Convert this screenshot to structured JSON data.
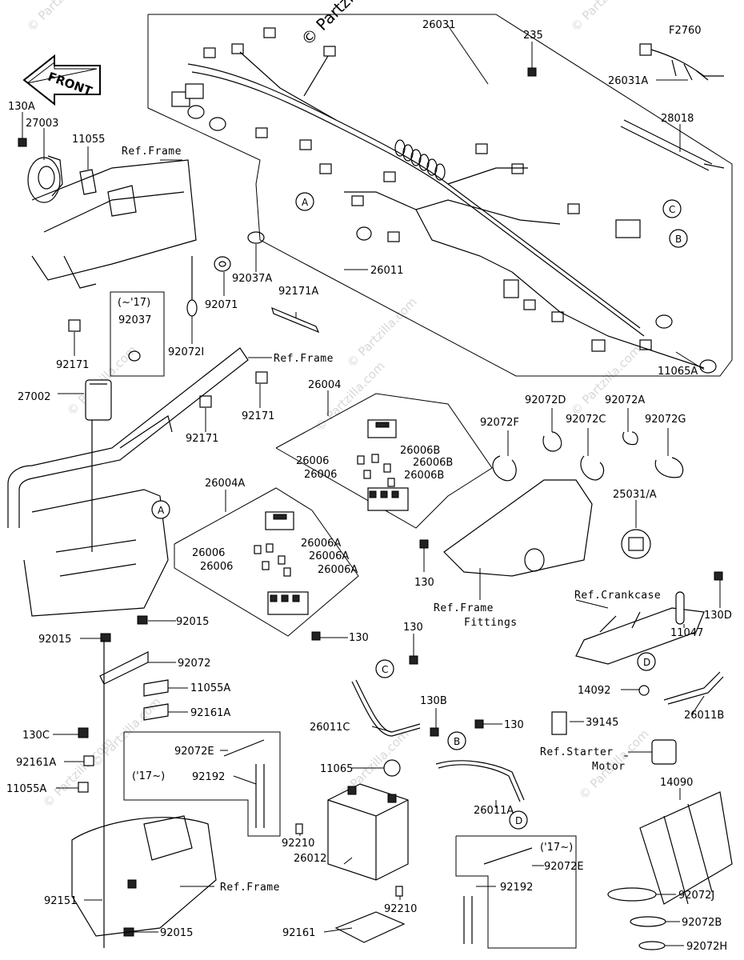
{
  "watermark": {
    "copyright": "© Partzilla.com",
    "tile": "© Partzilla.com"
  },
  "front_sign": "FRONT",
  "callouts": [
    {
      "id": "c-235",
      "text": "235"
    },
    {
      "id": "c-26031",
      "text": "26031"
    },
    {
      "id": "c-F2760",
      "text": "F2760"
    },
    {
      "id": "c-26031A",
      "text": "26031A"
    },
    {
      "id": "c-28018",
      "text": "28018"
    },
    {
      "id": "c-130A",
      "text": "130A"
    },
    {
      "id": "c-27003",
      "text": "27003"
    },
    {
      "id": "c-11055",
      "text": "11055"
    },
    {
      "id": "c-26011",
      "text": "26011"
    },
    {
      "id": "c-11065A",
      "text": "11065A"
    },
    {
      "id": "c-92037A",
      "text": "92037A"
    },
    {
      "id": "c-92071",
      "text": "92071"
    },
    {
      "id": "c-92171A",
      "text": "92171A"
    },
    {
      "id": "c-17-note-a",
      "text": "(~'17)"
    },
    {
      "id": "c-92037",
      "text": "92037"
    },
    {
      "id": "c-92072I",
      "text": "92072I"
    },
    {
      "id": "c-92171-a",
      "text": "92171"
    },
    {
      "id": "c-92171-b",
      "text": "92171"
    },
    {
      "id": "c-92171-c",
      "text": "92171"
    },
    {
      "id": "c-27002",
      "text": "27002"
    },
    {
      "id": "c-26004",
      "text": "26004"
    },
    {
      "id": "c-26006B-1",
      "text": "26006B"
    },
    {
      "id": "c-26006-1",
      "text": "26006"
    },
    {
      "id": "c-26006B-2",
      "text": "26006B"
    },
    {
      "id": "c-26006-2",
      "text": "26006"
    },
    {
      "id": "c-26006B-3",
      "text": "26006B"
    },
    {
      "id": "c-26004A",
      "text": "26004A"
    },
    {
      "id": "c-26006A-1",
      "text": "26006A"
    },
    {
      "id": "c-26006-3",
      "text": "26006"
    },
    {
      "id": "c-26006A-2",
      "text": "26006A"
    },
    {
      "id": "c-26006-4",
      "text": "26006"
    },
    {
      "id": "c-26006A-3",
      "text": "26006A"
    },
    {
      "id": "c-130-a",
      "text": "130"
    },
    {
      "id": "c-130-b",
      "text": "130"
    },
    {
      "id": "c-92072F",
      "text": "92072F"
    },
    {
      "id": "c-92072D",
      "text": "92072D"
    },
    {
      "id": "c-92072A",
      "text": "92072A"
    },
    {
      "id": "c-92072C",
      "text": "92072C"
    },
    {
      "id": "c-92072G",
      "text": "92072G"
    },
    {
      "id": "c-25031A",
      "text": "25031/A"
    },
    {
      "id": "c-11047",
      "text": "11047"
    },
    {
      "id": "c-130D",
      "text": "130D"
    },
    {
      "id": "c-92015-a",
      "text": "92015"
    },
    {
      "id": "c-92015-b",
      "text": "92015"
    },
    {
      "id": "c-92072",
      "text": "92072"
    },
    {
      "id": "c-11055A",
      "text": "11055A"
    },
    {
      "id": "c-92161A",
      "text": "92161A"
    },
    {
      "id": "c-130-c",
      "text": "130"
    },
    {
      "id": "c-130B",
      "text": "130B"
    },
    {
      "id": "c-130-d",
      "text": "130"
    },
    {
      "id": "c-26011C",
      "text": "26011C"
    },
    {
      "id": "c-14092",
      "text": "14092"
    },
    {
      "id": "c-26011B",
      "text": "26011B"
    },
    {
      "id": "c-39145",
      "text": "39145"
    },
    {
      "id": "c-130C",
      "text": "130C"
    },
    {
      "id": "c-92072E-a",
      "text": "92072E"
    },
    {
      "id": "c-92161A-b",
      "text": "92161A"
    },
    {
      "id": "c-17-note-b",
      "text": "('17~)"
    },
    {
      "id": "c-92192-a",
      "text": "92192"
    },
    {
      "id": "c-11055A-b",
      "text": "11055A"
    },
    {
      "id": "c-11065",
      "text": "11065"
    },
    {
      "id": "c-14090",
      "text": "14090"
    },
    {
      "id": "c-26011A",
      "text": "26011A"
    },
    {
      "id": "c-92210-a",
      "text": "92210"
    },
    {
      "id": "c-26012",
      "text": "26012"
    },
    {
      "id": "c-17-note-c",
      "text": "('17~)"
    },
    {
      "id": "c-92072E-b",
      "text": "92072E"
    },
    {
      "id": "c-92192-b",
      "text": "92192"
    },
    {
      "id": "c-92210-b",
      "text": "92210"
    },
    {
      "id": "c-92072J",
      "text": "92072J"
    },
    {
      "id": "c-92072B",
      "text": "92072B"
    },
    {
      "id": "c-92151",
      "text": "92151"
    },
    {
      "id": "c-92015-c",
      "text": "92015"
    },
    {
      "id": "c-92161",
      "text": "92161"
    },
    {
      "id": "c-92072H",
      "text": "92072H"
    }
  ],
  "references": [
    {
      "id": "r-frame-1",
      "text": "Ref.Frame"
    },
    {
      "id": "r-frame-2",
      "text": "Ref.Frame"
    },
    {
      "id": "r-frame-fit-1",
      "text": "Ref.Frame"
    },
    {
      "id": "r-frame-fit-2",
      "text": "Fittings"
    },
    {
      "id": "r-crankcase",
      "text": "Ref.Crankcase"
    },
    {
      "id": "r-starter-1",
      "text": "Ref.Starter"
    },
    {
      "id": "r-starter-2",
      "text": "Motor"
    },
    {
      "id": "r-frame-3",
      "text": "Ref.Frame"
    }
  ],
  "connectors": [
    {
      "id": "k-A1",
      "text": "A"
    },
    {
      "id": "k-A2",
      "text": "A"
    },
    {
      "id": "k-B1",
      "text": "B"
    },
    {
      "id": "k-B2",
      "text": "B"
    },
    {
      "id": "k-C1",
      "text": "C"
    },
    {
      "id": "k-C2",
      "text": "C"
    },
    {
      "id": "k-D1",
      "text": "D"
    },
    {
      "id": "k-D2",
      "text": "D"
    }
  ]
}
